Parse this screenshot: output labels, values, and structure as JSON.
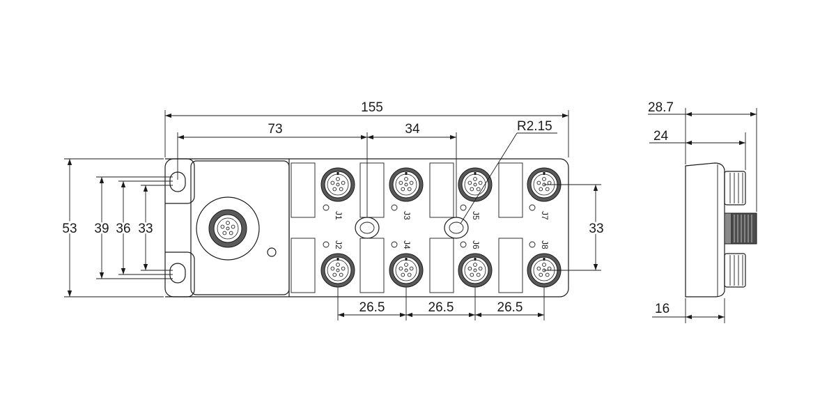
{
  "front_view": {
    "overall_width": "155",
    "hole_to_center": "73",
    "center_to_hole": "34",
    "hole_radius": "R2.15",
    "height": "53",
    "mount_slot_outer": "39",
    "mount_slot_mid": "36",
    "mount_slot_inner": "33",
    "port_row_spacing": "33",
    "port_pitch": [
      "26.5",
      "26.5",
      "26.5"
    ],
    "port_labels": [
      "J1",
      "J2",
      "J3",
      "J4",
      "J5",
      "J6",
      "J7",
      "J8"
    ]
  },
  "side_view": {
    "total_depth": "28.7",
    "connector_depth": "24",
    "body_depth": "16"
  }
}
